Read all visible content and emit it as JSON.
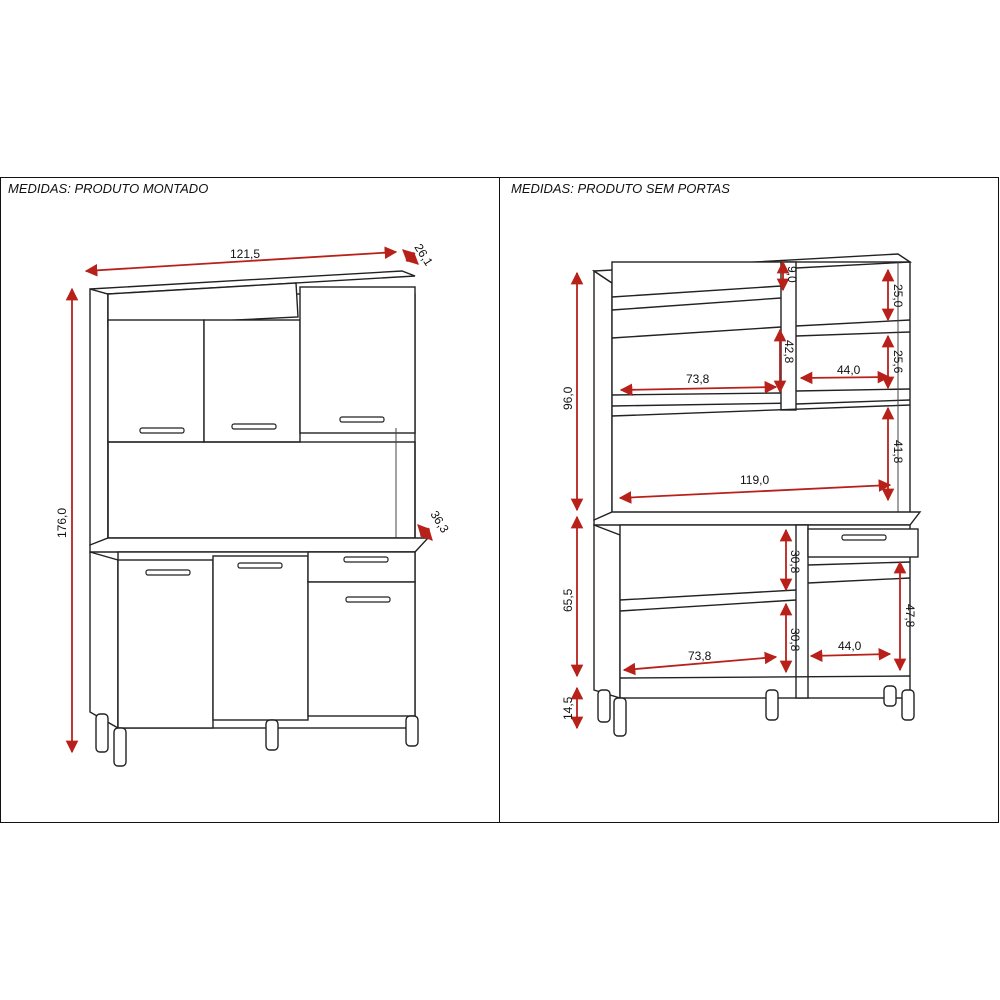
{
  "panels": {
    "left_title": "MEDIDAS: PRODUTO MONTADO",
    "right_title": "MEDIDAS: PRODUTO SEM PORTAS"
  },
  "left_dims": {
    "width": "121,5",
    "depth_top": "26,1",
    "height": "176,0",
    "depth_base": "36,3"
  },
  "right_dims": {
    "upper_height": "96,0",
    "base_height": "65,5",
    "leg_height": "14,5",
    "top_small": "9,0",
    "right_top": "25,0",
    "right_mid": "25,6",
    "niche_height": "42,8",
    "upper_left_width": "73,8",
    "upper_right_width": "44,0",
    "open_height": "41,8",
    "counter_width": "119,0",
    "base_upper_shelf": "30,8",
    "base_lower_shelf": "30,8",
    "base_right_height": "47,8",
    "base_left_width": "73,8",
    "base_right_width": "44,0"
  },
  "colors": {
    "dimension_lines": "#b8211a",
    "outline": "#222222"
  }
}
